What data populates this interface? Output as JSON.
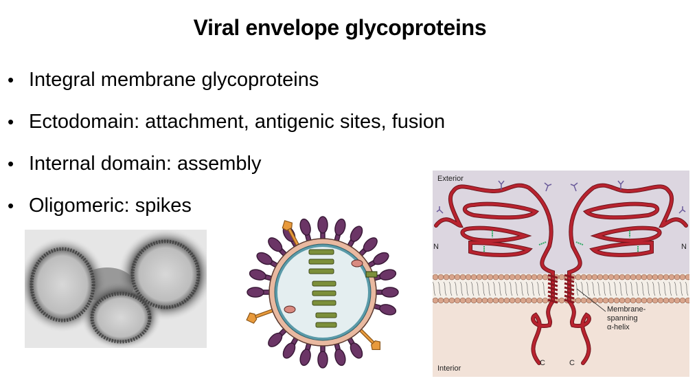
{
  "slide": {
    "title": "Viral envelope glycoproteins",
    "bullets": [
      "Integral membrane glycoproteins",
      "Ectodomain: attachment, antigenic sites, fusion",
      "Internal domain: assembly",
      "Oligomeric: spikes"
    ],
    "bullet_glyph": "•"
  },
  "figures": {
    "micrograph": {
      "description": "Electron micrograph of enveloped virions with surface spikes"
    },
    "virion_schematic": {
      "description": "Schematic of enveloped virion with glycoprotein spikes and nucleocapsid"
    },
    "membrane_diagram": {
      "labels": {
        "exterior": "Exterior",
        "interior": "Interior",
        "n_left": "N",
        "n_right": "N",
        "c_left": "C",
        "c_right": "C",
        "helix_line1": "Membrane-",
        "helix_line2": "spanning",
        "helix_line3": "α-helix"
      },
      "colors": {
        "exterior_bg": "#dcd6e0",
        "interior_bg": "#f2e2d8",
        "protein": "#b8232f",
        "glycan": "#6a5a9a",
        "disulfide": "#2aa860",
        "lipid_head": "#d9a58c"
      }
    }
  }
}
